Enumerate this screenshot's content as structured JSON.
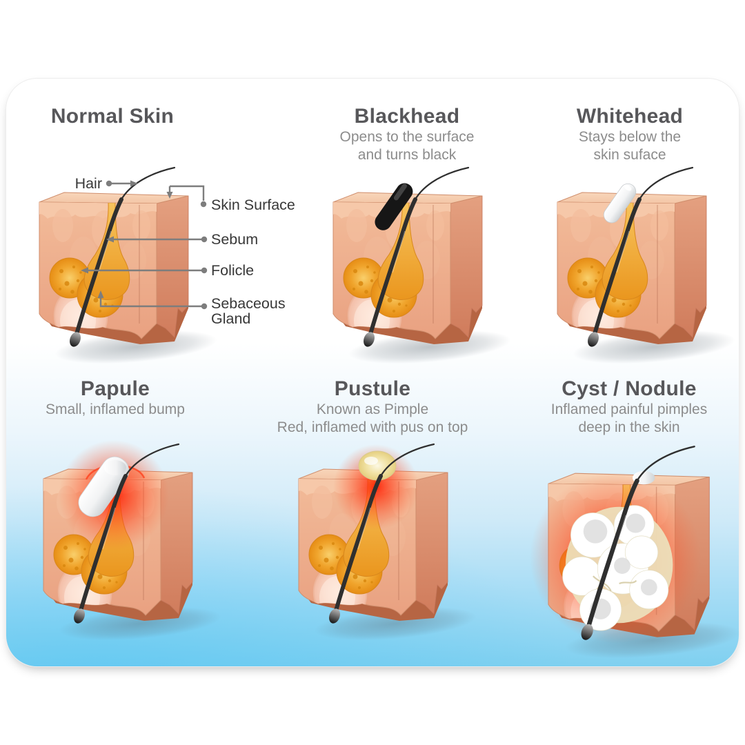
{
  "page": {
    "background": "#ffffff"
  },
  "card": {
    "top_color": "#ffffff",
    "bottom_color": "#7fd0f0"
  },
  "panels": [
    {
      "id": "normal-skin",
      "title": "Normal Skin",
      "sub1": "",
      "sub2": ""
    },
    {
      "id": "blackhead",
      "title": "Blackhead",
      "sub1": "Opens to the surface",
      "sub2": "and turns black"
    },
    {
      "id": "whitehead",
      "title": "Whitehead",
      "sub1": "Stays below the",
      "sub2": "skin suface"
    },
    {
      "id": "papule",
      "title": "Papule",
      "sub1": "Small,  inflamed bump",
      "sub2": ""
    },
    {
      "id": "pustule",
      "title": "Pustule",
      "sub1": "Known as Pimple",
      "sub2": "Red, inflamed with pus on top"
    },
    {
      "id": "cyst-nodule",
      "title": "Cyst / Nodule",
      "sub1": "Inflamed painful pimples",
      "sub2": "deep in the skin"
    }
  ],
  "callouts": {
    "hair": "Hair",
    "skin_surface": "Skin Surface",
    "sebum": "Sebum",
    "folicle": "Folicle",
    "sebaceous_gland": [
      "Sebaceous",
      "Gland"
    ]
  },
  "colors": {
    "title_gray": "#57575a",
    "subtitle_gray": "#8c8c8c",
    "label_dark": "#383838",
    "connector_gray": "#7d7d7d",
    "skin_front": "#eba98c",
    "skin_top": "#f2c9ab",
    "skin_side": "#d98f70",
    "gland_amber": "#f0a42c",
    "bulb_pink": "#f7d0bd",
    "inflamed_red": "#ff2206",
    "pus_cream": "#f1e3a6",
    "plug_black": "#161616",
    "plug_white": "#ffffff",
    "background_blue": "#7fd0f0"
  }
}
